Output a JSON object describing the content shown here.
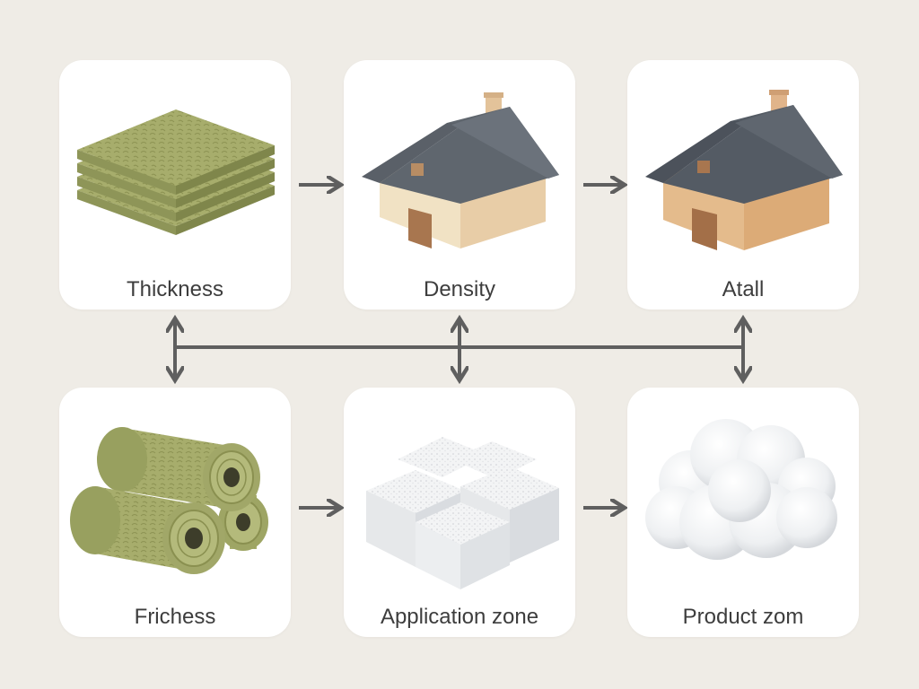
{
  "cards": [
    {
      "id": "thickness",
      "label": "Thickness",
      "icon": "stacked-insulation-sheets-icon"
    },
    {
      "id": "density",
      "label": "Density",
      "icon": "house-light-icon"
    },
    {
      "id": "atall",
      "label": "Atall",
      "icon": "house-tan-icon"
    },
    {
      "id": "frichess",
      "label": "Frichess",
      "icon": "insulation-rolls-icon"
    },
    {
      "id": "application-zone",
      "label": "Application zone",
      "icon": "foam-blocks-icon"
    },
    {
      "id": "product-zom",
      "label": "Product zom",
      "icon": "cotton-cloud-icon"
    }
  ],
  "colors": {
    "background": "#efece6",
    "card": "#ffffff",
    "arrow": "#5f5f5f",
    "insulation_green": "#a7ad6c",
    "roof": "#5a6068",
    "wall_light": "#f1e2c4",
    "wall_tan": "#e4bb8c",
    "door": "#a8764f"
  }
}
